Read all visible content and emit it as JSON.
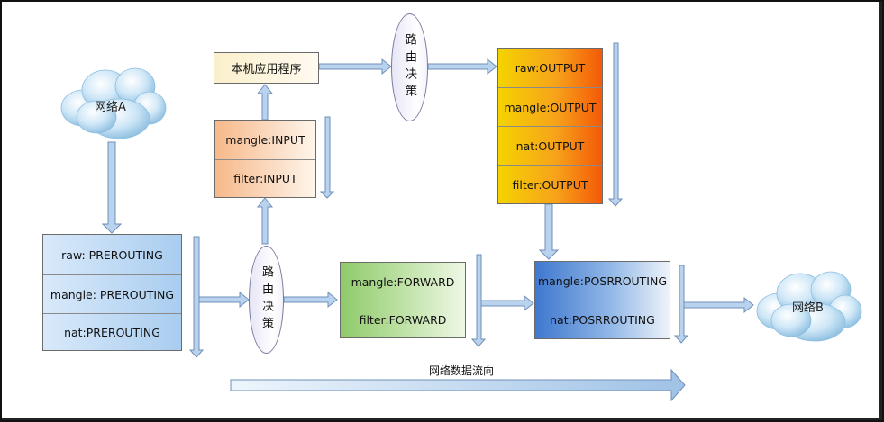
{
  "clouds": {
    "network_a": "网络A",
    "network_b": "网络B"
  },
  "prerouting": {
    "raw": "raw: PREROUTING",
    "mangle": "mangle: PREROUTING",
    "nat": "nat:PREROUTING"
  },
  "routing_decision_1": "路由决策",
  "routing_decision_2": "路由决策",
  "input": {
    "mangle": "mangle:INPUT",
    "filter": "filter:INPUT"
  },
  "local_app": "本机应用程序",
  "output": {
    "raw": "raw:OUTPUT",
    "mangle": "mangle:OUTPUT",
    "nat": "nat:OUTPUT",
    "filter": "filter:OUTPUT"
  },
  "forward": {
    "mangle": "mangle:FORWARD",
    "filter": "filter:FORWARD"
  },
  "postrouting": {
    "mangle": "mangle:POSRROUTING",
    "nat": "nat:POSRROUTING"
  },
  "flow_label": "网络数据流向",
  "colors": {
    "arrow_fill": "#b9d3ee",
    "arrow_stroke": "#6f8fb8"
  }
}
